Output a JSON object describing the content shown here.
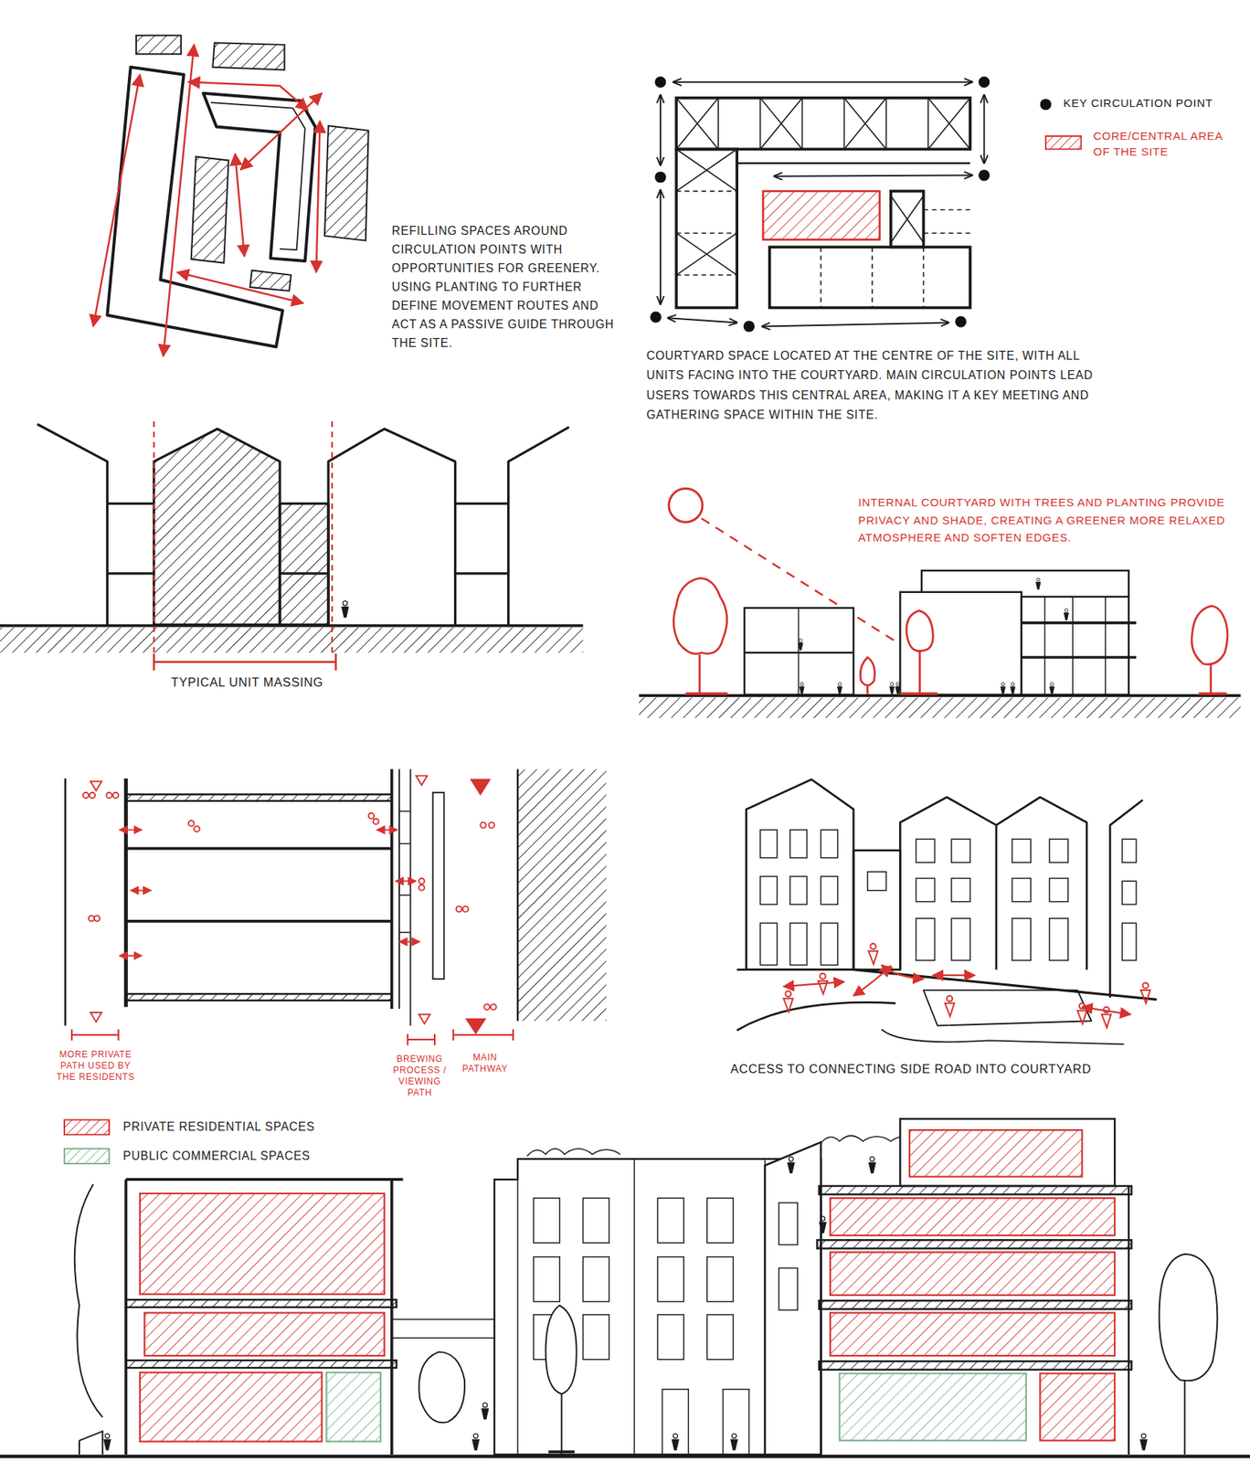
{
  "diagram": {
    "labels": [
      "REFILLING SPACES AROUND CIRCULATION POINTS WITH OPPORTUNITIES FOR GREENERY. USING PLANTING TO FURTHER DEFINE MOVEMENT ROUTES AND ACT AS A PASSIVE GUIDE THROUGH THE SITE.",
      "COURTYARD SPACE LOCATED AT THE CENTRE OF THE SITE, WITH ALL UNITS FACING INTO THE COURTYARD. MAIN CIRCULATION POINTS LEAD USERS TOWARDS THIS CENTRAL AREA, MAKING IT A KEY MEETING AND GATHERING SPACE WITHIN THE SITE.",
      "TYPICAL UNIT MASSING",
      "INTERNAL COURTYARD WITH TREES AND PLANTING PROVIDE PRIVACY AND SHADE, CREATING A GREENER MORE RELAXED ATMOSPHERE AND SOFTEN EDGES.",
      "MORE PRIVATE PATH USED BY THE RESIDENTS",
      "BREWING PROCESS / VIEWING PATH",
      "MAIN PATHWAY",
      "ACCESS TO CONNECTING SIDE ROAD INTO COURTYARD"
    ],
    "legend": [
      {
        "text": "KEY CIRCULATION POINT",
        "color": "#111111"
      },
      {
        "text": "CORE/CENTRAL AREA OF THE SITE",
        "color": "#d6322f"
      },
      {
        "text": "PRIVATE RESIDENTIAL SPACES",
        "color": "#d6322f"
      },
      {
        "text": "PUBLIC COMMERCIAL SPACES",
        "color": "#7fb58f"
      }
    ]
  }
}
